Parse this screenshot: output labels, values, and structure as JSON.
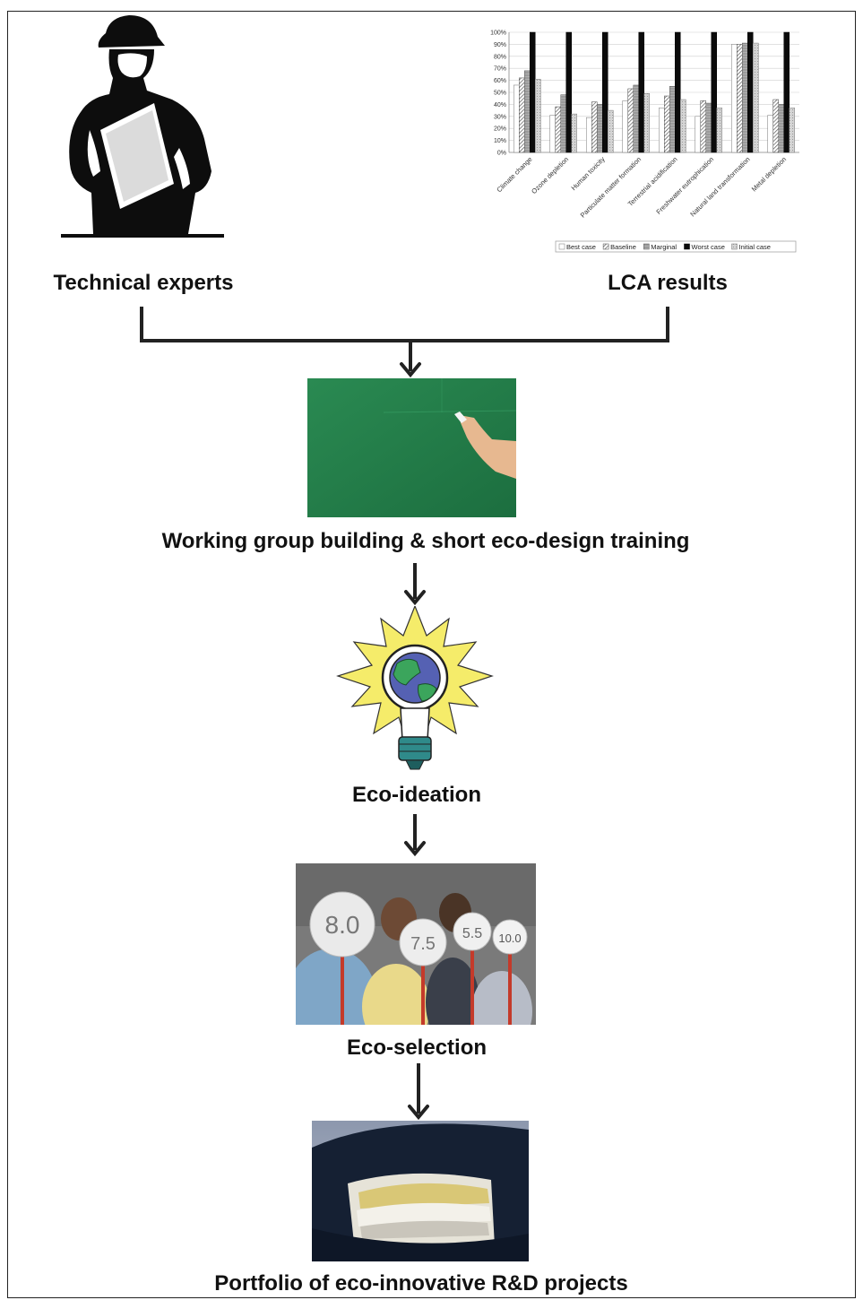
{
  "labels": {
    "technical_experts": "Technical experts",
    "lca_results": "LCA results",
    "training": "Working group building & short eco-design training",
    "ideation": "Eco-ideation",
    "selection": "Eco-selection",
    "portfolio": "Portfolio of eco-innovative R&D projects"
  },
  "rating_cards": [
    "8.0",
    "7.5",
    "5.5",
    "10.0"
  ],
  "icons": [
    "engineer-icon",
    "chalkboard-image",
    "lightbulb-globe-icon",
    "rating-cards-image",
    "folder-portfolio-image"
  ],
  "chart_data": {
    "type": "bar",
    "ylim": [
      0,
      100
    ],
    "yticks": [
      "0%",
      "10%",
      "20%",
      "30%",
      "40%",
      "50%",
      "60%",
      "70%",
      "80%",
      "90%",
      "100%"
    ],
    "categories": [
      "Climate change",
      "Ozone depletion",
      "Human toxicity",
      "Particulate matter formation",
      "Terrestrial acidification",
      "Freshwater eutrophication",
      "Natural land transformation",
      "Metal depletion"
    ],
    "series": [
      {
        "name": "Best case",
        "values": [
          56,
          31,
          29,
          43,
          37,
          30,
          90,
          31
        ]
      },
      {
        "name": "Baseline",
        "values": [
          62,
          38,
          42,
          53,
          47,
          43,
          90,
          44
        ]
      },
      {
        "name": "Marginal",
        "values": [
          68,
          48,
          40,
          56,
          55,
          41,
          91,
          40
        ]
      },
      {
        "name": "Worst case",
        "values": [
          100,
          100,
          100,
          100,
          100,
          100,
          100,
          100
        ]
      },
      {
        "name": "Initial case",
        "values": [
          61,
          32,
          35,
          49,
          44,
          37,
          91,
          37
        ]
      }
    ],
    "legend_position": "bottom"
  }
}
